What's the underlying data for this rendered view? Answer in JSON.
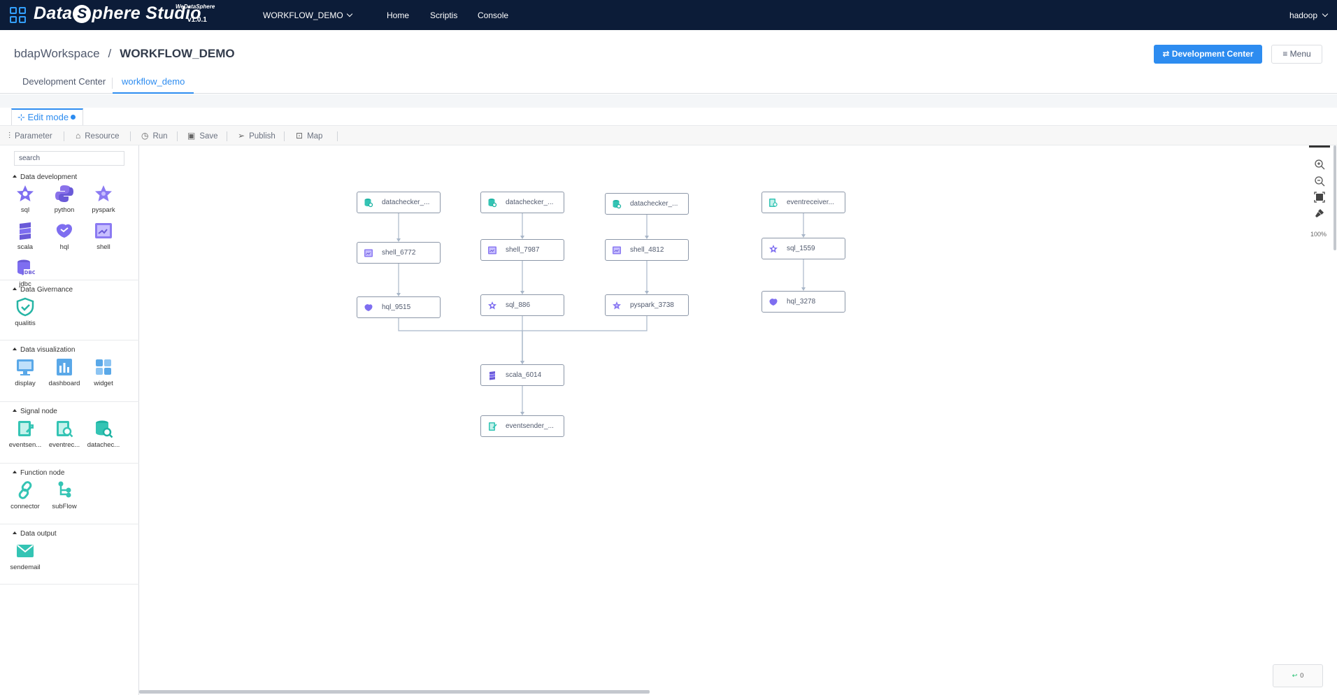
{
  "header": {
    "brand": {
      "pre": "Data",
      "o": "S",
      "post": "phere Studio",
      "sub": "WeDataSphere",
      "version": "v1.0.1"
    },
    "workflow_select": "WORKFLOW_DEMO",
    "nav": [
      "Home",
      "Scriptis",
      "Console"
    ],
    "user": "hadoop"
  },
  "breadcrumb": {
    "workspace": "bdapWorkspace",
    "separator": "/",
    "current": "WORKFLOW_DEMO"
  },
  "actions": {
    "dev_center": "Development Center",
    "menu": "Menu"
  },
  "tabs": [
    "Development Center",
    "workflow_demo"
  ],
  "edit_mode": "Edit mode",
  "toolbar": [
    "Parameter",
    "Resource",
    "Run",
    "Save",
    "Publish",
    "Map"
  ],
  "palette": {
    "search_placeholder": "search",
    "sections": [
      {
        "title": "Data development",
        "items": [
          "sql",
          "python",
          "pyspark",
          "scala",
          "hql",
          "shell",
          "jdbc"
        ]
      },
      {
        "title": "Data Givernance",
        "items": [
          "qualitis"
        ]
      },
      {
        "title": "Data visualization",
        "items": [
          "display",
          "dashboard",
          "widget"
        ]
      },
      {
        "title": "Signal node",
        "items": [
          "eventsen...",
          "eventrec...",
          "datachec..."
        ]
      },
      {
        "title": "Function node",
        "items": [
          "connector",
          "subFlow"
        ]
      },
      {
        "title": "Data output",
        "items": [
          "sendemail"
        ]
      }
    ]
  },
  "workflow": {
    "nodes": [
      {
        "id": "n1",
        "label": "datachecker_...",
        "type": "datachecker"
      },
      {
        "id": "n2",
        "label": "datachecker_...",
        "type": "datachecker"
      },
      {
        "id": "n3",
        "label": "datachecker_...",
        "type": "datachecker"
      },
      {
        "id": "n4",
        "label": "eventreceiver...",
        "type": "eventreceiver"
      },
      {
        "id": "n5",
        "label": "shell_6772",
        "type": "shell"
      },
      {
        "id": "n6",
        "label": "shell_7987",
        "type": "shell"
      },
      {
        "id": "n7",
        "label": "shell_4812",
        "type": "shell"
      },
      {
        "id": "n8",
        "label": "sql_1559",
        "type": "sql"
      },
      {
        "id": "n9",
        "label": "hql_9515",
        "type": "hql"
      },
      {
        "id": "n10",
        "label": "sql_886",
        "type": "sql"
      },
      {
        "id": "n11",
        "label": "pyspark_3738",
        "type": "pyspark"
      },
      {
        "id": "n12",
        "label": "hql_3278",
        "type": "hql"
      },
      {
        "id": "n13",
        "label": "scala_6014",
        "type": "scala"
      },
      {
        "id": "n14",
        "label": "eventsender_...",
        "type": "eventsender"
      }
    ],
    "edges": [
      [
        "n1",
        "n5"
      ],
      [
        "n5",
        "n9"
      ],
      [
        "n2",
        "n6"
      ],
      [
        "n6",
        "n10"
      ],
      [
        "n3",
        "n7"
      ],
      [
        "n7",
        "n11"
      ],
      [
        "n4",
        "n8"
      ],
      [
        "n8",
        "n12"
      ],
      [
        "n9",
        "n13"
      ],
      [
        "n10",
        "n13"
      ],
      [
        "n11",
        "n13"
      ],
      [
        "n13",
        "n14"
      ]
    ]
  },
  "zoom": "100%",
  "status_count": "0",
  "colors": {
    "header_bg": "#0c1c38",
    "primary": "#2d8cf0",
    "node_border": "#8c97a8",
    "edge": "#a9b7c9"
  }
}
